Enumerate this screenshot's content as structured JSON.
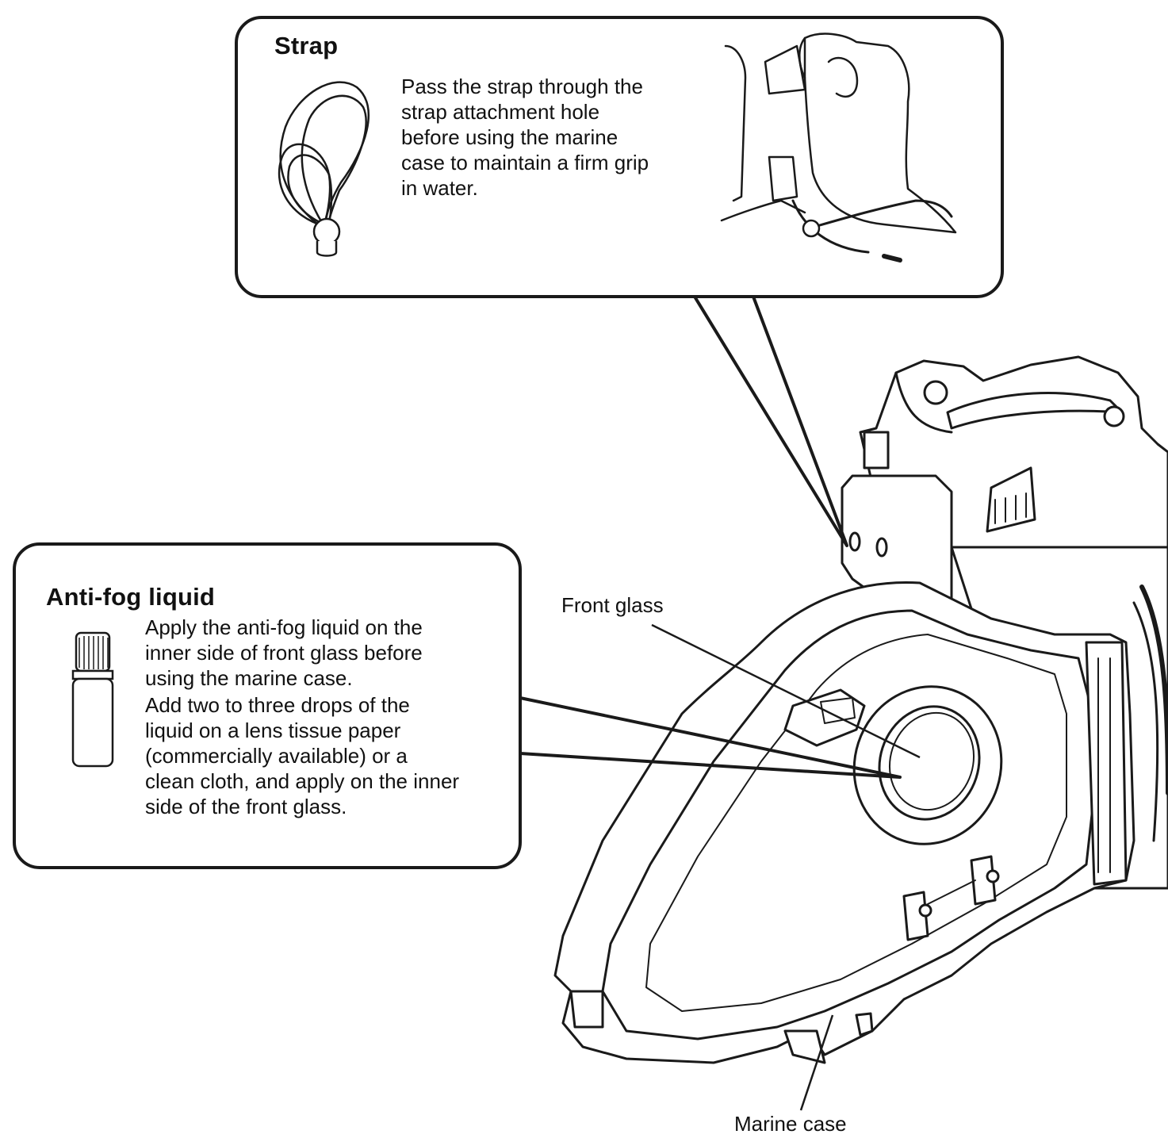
{
  "strap": {
    "heading": "Strap",
    "description": "Pass the strap through the\nstrap attachment hole\nbefore using the marine\ncase to maintain a firm grip\nin water.",
    "item_icon": "strap-loop-icon",
    "usage_icon": "hand-holding-strap-icon"
  },
  "antifog": {
    "heading": "Anti-fog liquid",
    "description_1": "Apply the anti-fog liquid on the\ninner side of front glass before\nusing the marine case.",
    "description_2": "Add two to three drops of the\nliquid on a lens tissue paper\n(commercially available) or a\nclean cloth, and apply on the inner\nside of the front glass.",
    "item_icon": "bottle-icon"
  },
  "labels": {
    "front_glass": "Front glass",
    "marine_case": "Marine case"
  },
  "colors": {
    "line": "#1a1a1a",
    "fill": "#ffffff"
  }
}
